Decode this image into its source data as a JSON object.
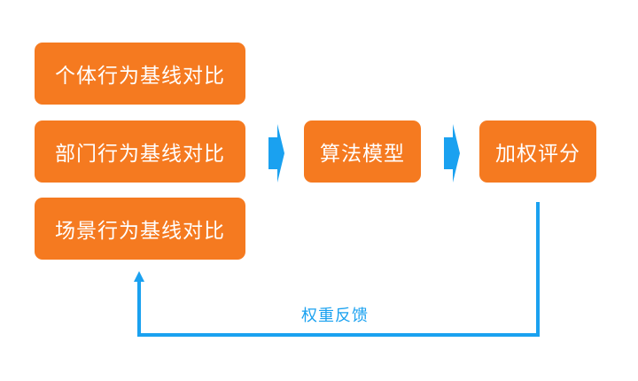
{
  "inputs": [
    {
      "label": "个体行为基线对比"
    },
    {
      "label": "部门行为基线对比"
    },
    {
      "label": "场景行为基线对比"
    }
  ],
  "algorithm": {
    "label": "算法模型"
  },
  "scoring": {
    "label": "加权评分"
  },
  "feedback": {
    "label": "权重反馈"
  },
  "colors": {
    "box_fill": "#f57a20",
    "box_text": "#ffffff",
    "arrow": "#1aa1f0"
  }
}
